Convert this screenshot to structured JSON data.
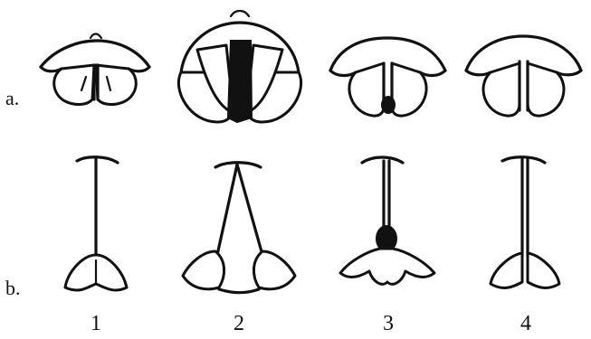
{
  "rows": [
    {
      "label": "a."
    },
    {
      "label": "b."
    }
  ],
  "columns": [
    {
      "label": "1",
      "glottis": "closed"
    },
    {
      "label": "2",
      "glottis": "wide-open"
    },
    {
      "label": "3",
      "glottis": "closed-posterior-gap"
    },
    {
      "label": "4",
      "glottis": "narrow-slit"
    }
  ],
  "ink_color": "#111111"
}
